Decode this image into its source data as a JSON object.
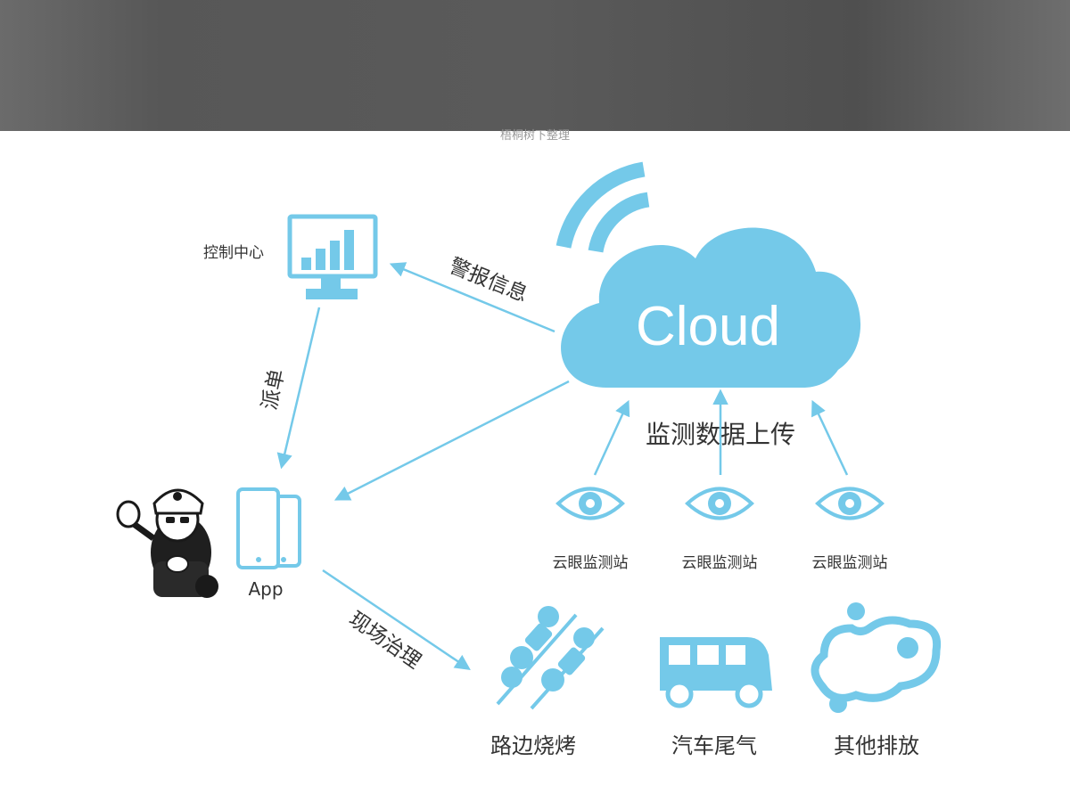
{
  "header": {
    "watermark": "梧桐树下整理"
  },
  "diagram": {
    "control_center": "控制中心",
    "cloud": "Cloud",
    "alert_info": "警报信息",
    "dispatch": "派单",
    "upload": "监测数据上传",
    "app": "App",
    "field_handling": "现场治理",
    "stations": [
      "云眼监测站",
      "云眼监测站",
      "云眼监测站"
    ],
    "sources": [
      "路边烧烤",
      "汽车尾气",
      "其他排放"
    ]
  },
  "colors": {
    "accent": "#74c9e9",
    "text": "#333333",
    "header": "#575757"
  }
}
